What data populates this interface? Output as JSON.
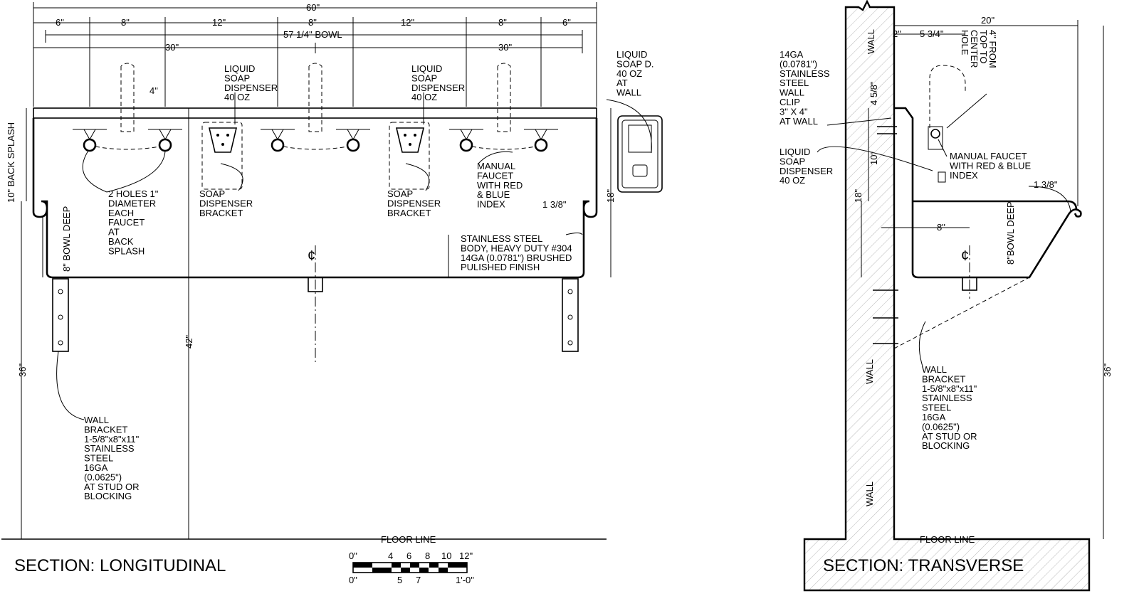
{
  "longitudinal": {
    "title": "SECTION: LONGITUDINAL",
    "dimensions": {
      "overall": "60\"",
      "bowl": "57 1/4\" BOWL",
      "half_left": "30\"",
      "half_right": "30\"",
      "segments": [
        "6\"",
        "8\"",
        "12\"",
        "8\"",
        "12\"",
        "8\"",
        "6\""
      ],
      "backsplash": "10\" BACK SPLASH",
      "bowl_deep": "8\" BOWL DEEP",
      "height_36": "36\"",
      "height_42": "42\"",
      "height_18": "18\"",
      "offset_4": "4\"",
      "rim_1_3_8": "1 3/8\""
    },
    "labels": {
      "soap_left": [
        "LIQUID",
        "SOAP",
        "DISPENSER",
        "40 OZ"
      ],
      "soap_right": [
        "LIQUID",
        "SOAP",
        "DISPENSER",
        "40 OZ"
      ],
      "soap_wall": [
        "LIQUID",
        "SOAP D.",
        "40 OZ",
        "AT",
        "WALL"
      ],
      "holes": [
        "2 HOLES 1\"",
        "DIAMETER",
        "EACH",
        "FAUCET",
        "AT",
        "BACK",
        "SPLASH"
      ],
      "bracket_left": [
        "SOAP",
        "DISPENSER",
        "BRACKET"
      ],
      "bracket_right": [
        "SOAP",
        "DISPENSER",
        "BRACKET"
      ],
      "faucet": [
        "MANUAL",
        "FAUCET",
        "WITH RED",
        "& BLUE",
        "INDEX"
      ],
      "body": [
        "STAINLESS STEEL",
        "BODY, HEAVY DUTY #304",
        "14GA (0.0781\") BRUSHED",
        "PULISHED FINISH"
      ],
      "wall_bracket": [
        "WALL",
        "BRACKET",
        "1-5/8\"x8\"x11\"",
        "STAINLESS",
        "STEEL",
        "16GA",
        "(0.0625\")",
        "AT STUD OR",
        "BLOCKING"
      ],
      "floor_line": "FLOOR LINE"
    }
  },
  "scale_bar": {
    "top_labels": [
      "0\"",
      "4",
      "6",
      "8",
      "10",
      "12\""
    ],
    "bottom_labels": [
      "0\"",
      "5",
      "7",
      "1'-0\""
    ]
  },
  "transverse": {
    "title": "SECTION: TRANSVERSE",
    "dimensions": {
      "depth": "20\"",
      "offset_2": "2\"",
      "offset_5_3_4": "5 3/4\"",
      "top_to_center": [
        "4\" FROM",
        "TOP TO",
        "CENTER",
        "HOLE"
      ],
      "d_4_5_8": "4 5/8\"",
      "d_10": "10\"",
      "d_18": "18\"",
      "d_8": "8\"",
      "bowl_deep": "8\"BOWL DEEP",
      "d_36": "36\"",
      "rim_1_3_8": "1 3/8\""
    },
    "labels": {
      "wall_clip": [
        "14GA",
        "(0.0781\")",
        "STAINLESS",
        "STEEL",
        "WALL",
        "CLIP",
        "3\" X 4\"",
        "AT WALL"
      ],
      "soap": [
        "LIQUID",
        "SOAP",
        "DISPENSER",
        "40 OZ"
      ],
      "faucet": [
        "MANUAL FAUCET",
        "WITH RED & BLUE",
        "INDEX"
      ],
      "wall_bracket": [
        "WALL",
        "BRACKET",
        "1-5/8\"x8\"x11\"",
        "STAINLESS",
        "STEEL",
        "16GA",
        "(0.0625\")",
        "AT STUD OR",
        "BLOCKING"
      ],
      "wall": "WALL",
      "floor_line": "FLOOR LINE"
    }
  }
}
